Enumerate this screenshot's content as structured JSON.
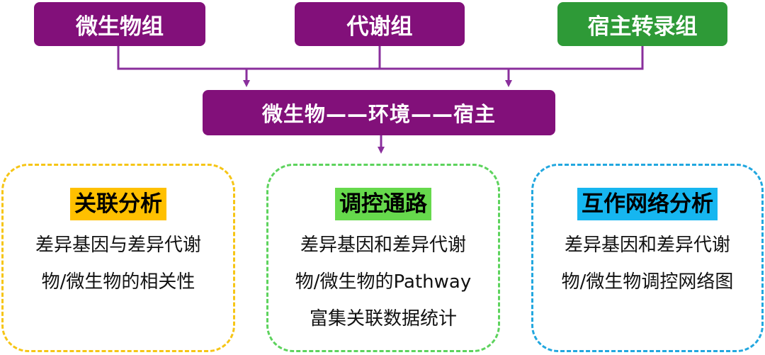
{
  "colors": {
    "purple": "#82107a",
    "green": "#2e9a37",
    "arrow": "#8a2f9c",
    "card_yellow": "#f6c515",
    "card_green": "#5dd35d",
    "card_blue": "#22a7df",
    "title_bg_yellow": "#ffc000",
    "title_bg_green": "#66d94c",
    "title_bg_blue": "#16b6f0"
  },
  "top_boxes": {
    "microbiome": "微生物组",
    "metabolome": "代谢组",
    "host_transcriptome": "宿主转录组"
  },
  "center_box": "微生物——环境——宿主",
  "cards": [
    {
      "title": "关联分析",
      "lines": [
        "差异基因与差异代谢",
        "物/微生物的相关性"
      ]
    },
    {
      "title": "调控通路",
      "lines": [
        "差异基因和差异代谢",
        "物/微生物的Pathway",
        "富集关联数据统计"
      ]
    },
    {
      "title": "互作网络分析",
      "lines": [
        "差异基因和差异代谢",
        "物/微生物调控网络图"
      ]
    }
  ]
}
